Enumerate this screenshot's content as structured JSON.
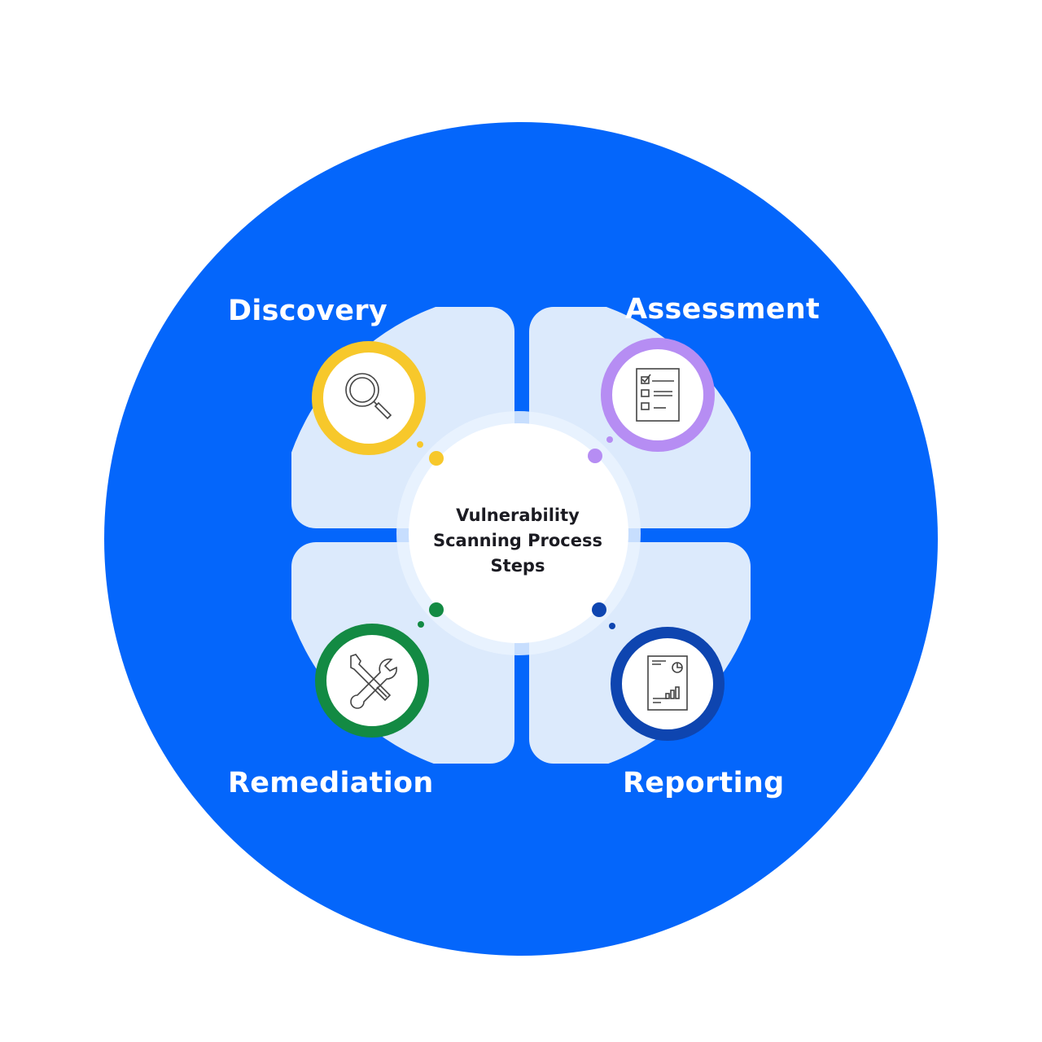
{
  "center": {
    "line1": "Vulnerability",
    "line2": "Scanning Process",
    "line3": "Steps"
  },
  "steps": [
    {
      "label": "Discovery",
      "icon": "magnifier-icon",
      "color": "#F7C82B"
    },
    {
      "label": "Assessment",
      "icon": "checklist-icon",
      "color": "#B68DF3"
    },
    {
      "label": "Remediation",
      "icon": "tools-icon",
      "color": "#138A43"
    },
    {
      "label": "Reporting",
      "icon": "report-icon",
      "color": "#0E45B0"
    }
  ],
  "colors": {
    "background_circle": "#0466FB",
    "quadrant": "#DCEAFC",
    "halo": "#EAF3FE"
  }
}
